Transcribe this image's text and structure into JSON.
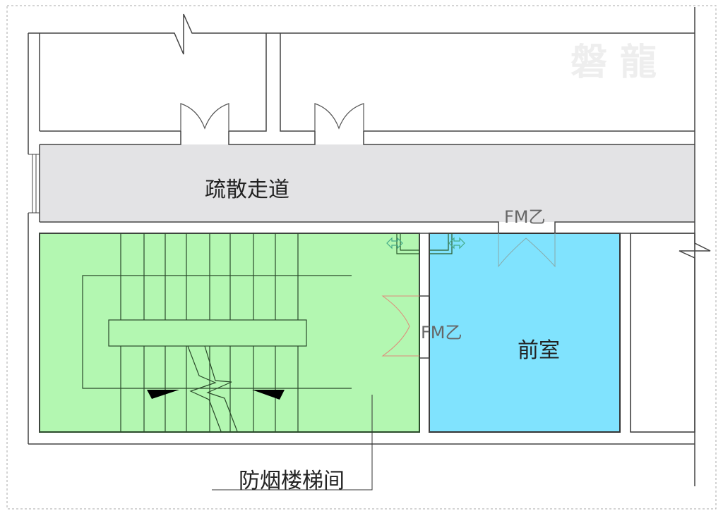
{
  "diagram": {
    "title": "防烟楼梯间平面示意",
    "watermark": "磐龍",
    "rooms": {
      "corridor": {
        "label": "疏散走道",
        "color": "#e3e3e5"
      },
      "stairwell": {
        "label": "防烟楼梯间",
        "color": "#b3f7b1"
      },
      "anteroom": {
        "label": "前室",
        "color": "#80e3fe"
      }
    },
    "doors": [
      {
        "label": "FM乙",
        "location": "corridor-to-anteroom"
      },
      {
        "label": "FM乙",
        "location": "anteroom-to-stairwell"
      }
    ]
  }
}
